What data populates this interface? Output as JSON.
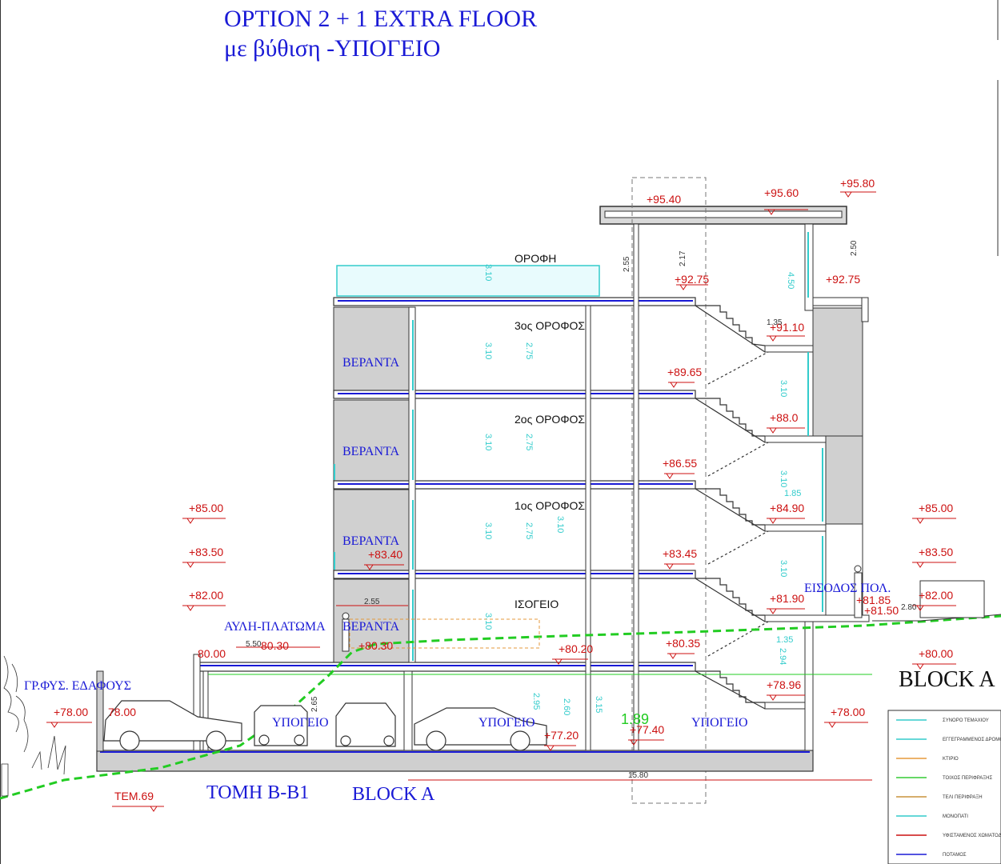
{
  "title": {
    "line1": "OPTION 2 + 1 EXTRA FLOOR",
    "line2": "με  βύθιση -ΥΠΟΓΕΙΟ"
  },
  "floors": {
    "roof": "ΟΡΟΦΗ",
    "third": "3ος ΟΡΟΦΟΣ",
    "second": "2ος ΟΡΟΦΟΣ",
    "first": "1ος ΟΡΟΦΟΣ",
    "ground": "ΙΣΟΓΕΙΟ"
  },
  "verandas": [
    "ΒΕΡΑΝΤΑ",
    "ΒΕΡΑΝΤΑ",
    "ΒΕΡΑΝΤΑ",
    "ΒΕΡΑΝΤΑ"
  ],
  "labels": {
    "yard": "ΑΥΛΗ-ΠΛΑΤΩΜΑ",
    "ground_line": "ΓΡ.ΦΥΣ. ΕΔΑΦΟΥΣ",
    "basement_left": "ΥΠΟΓΕΙΟ",
    "basement_mid": "ΥΠΟΓΕΙΟ",
    "basement_right": "ΥΠΟΓΕΙΟ",
    "entrance": "ΕΙΣΟΔΟΣ ΠΟΛ.",
    "section": "ΤΟΜΗ Β-Β1",
    "block_bottom": "BLOCK A",
    "block_right": "BLOCK A",
    "tem": "ΤΕΜ.69",
    "green_dim": "1.89"
  },
  "levels": {
    "roof_top": "+95.40",
    "roof_top_mid": "+95.60",
    "roof_top_right": "+95.80",
    "roof_left": "+92.75",
    "roof_right": "+92.75",
    "third_stair": "+91.10",
    "third": "+89.65",
    "second_stair": "+88.0",
    "second": "+86.55",
    "first_stair": "+84.90",
    "first": "+83.45",
    "first_veranda": "+83.40",
    "ground_stair": "+81.90",
    "ground_entr": "+81.85",
    "ground_entr2": "+81.50",
    "ground": "+80.35",
    "ground_mid": "+80.20",
    "ground_left": "+80.30",
    "yard_left": "80.30",
    "yard_far": "80.00",
    "basement_stair": "+78.96",
    "basement": "+77.40",
    "basement_mid": "+77.20",
    "left_85": "+85.00",
    "left_8350": "+83.50",
    "left_82": "+82.00",
    "left_78": "+78.00",
    "left_78b": "78.00",
    "right_85": "+85.00",
    "right_8350": "+83.50",
    "right_82": "+82.00",
    "right_80": "+80.00",
    "right_78": "+78.00"
  },
  "dims": {
    "veranda_w": "2.55",
    "yard_w": "5.50",
    "base_h": "2.65",
    "total_w": "15.80",
    "roof_h1": "2.55",
    "roof_h2": "2.17",
    "roof_h3": "2.50",
    "stair_185": "1.85",
    "stair_135": "1.35",
    "h310": "3.10",
    "h275": "2.75",
    "h295": "2.95",
    "h260": "2.60",
    "h315": "3.15",
    "h294": "2.94",
    "h450": "4.50",
    "h280": "2.80",
    "h135b": "1.35"
  },
  "legend": [
    {
      "label": "ΣΥΝΟΡΟ ΤΕΜΑΧΙΟΥ",
      "color": "#33cccc"
    },
    {
      "label": "ΕΓΓΕΓΡΑΜΜΕΝΟΣ ΔΡΟΜΟΣ",
      "color": "#33cccc"
    },
    {
      "label": "ΚΤΙΡΙΟ",
      "color": "#e59a3c"
    },
    {
      "label": "ΤΟΙΧΟΣ ΠΕΡΙΦΡΑΞΗΣ",
      "color": "#33cc33"
    },
    {
      "label": "ΤΕΛΙ ΠΕΡΙΦΡΑΞΗ",
      "color": "#c8943c"
    },
    {
      "label": "ΜΟΝΟΠΑΤΙ",
      "color": "#33cccc"
    },
    {
      "label": "ΥΦΙΣΤΑΜΕΝΟΣ ΧΩΜΑΤΟΔΡΟΜΟΣ",
      "color": "#cc1111"
    },
    {
      "label": "ΠΟΤΑΜΟΣ",
      "color": "#1a1ad6"
    }
  ],
  "colors": {
    "title": "#1a1ad6",
    "level": "#cc1111",
    "slab": "#1a1ad6",
    "wall": "#cfcfcf",
    "ground_line": "#22cc22",
    "dim": "#33cccc"
  }
}
